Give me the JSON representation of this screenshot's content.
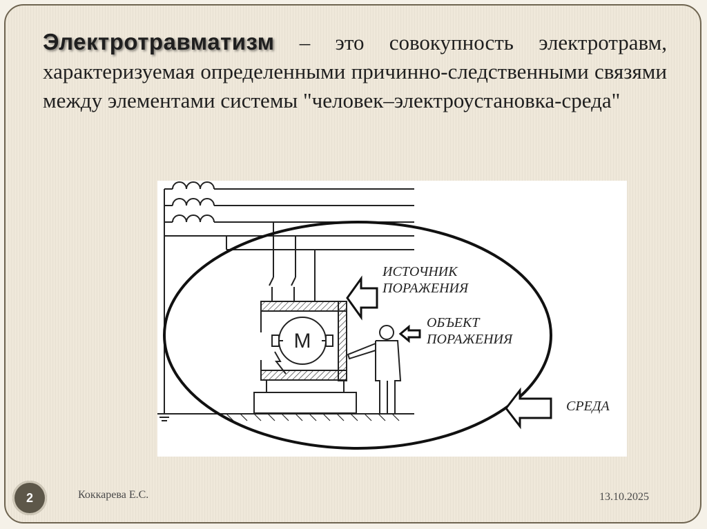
{
  "slide": {
    "definition_term": "Электротравматизм",
    "definition_text": " – это совокупность электротравм, характеризуемая определенными причинно-следственными связями между элементами системы \"человек–электроустановка-среда\""
  },
  "diagram": {
    "motor_label": "М",
    "label_source_line1": "ИСТОЧНИК",
    "label_source_line2": "ПОРАЖЕНИЯ",
    "label_object_line1": "ОБЪЕКТ",
    "label_object_line2": "ПОРАЖЕНИЯ",
    "label_environment": "СРЕДА"
  },
  "footer": {
    "page_number": "2",
    "author": "Коккарева Е.С.",
    "date": "13.10.2025"
  },
  "colors": {
    "frame_border": "#6e6450",
    "badge": "#5d5749"
  }
}
